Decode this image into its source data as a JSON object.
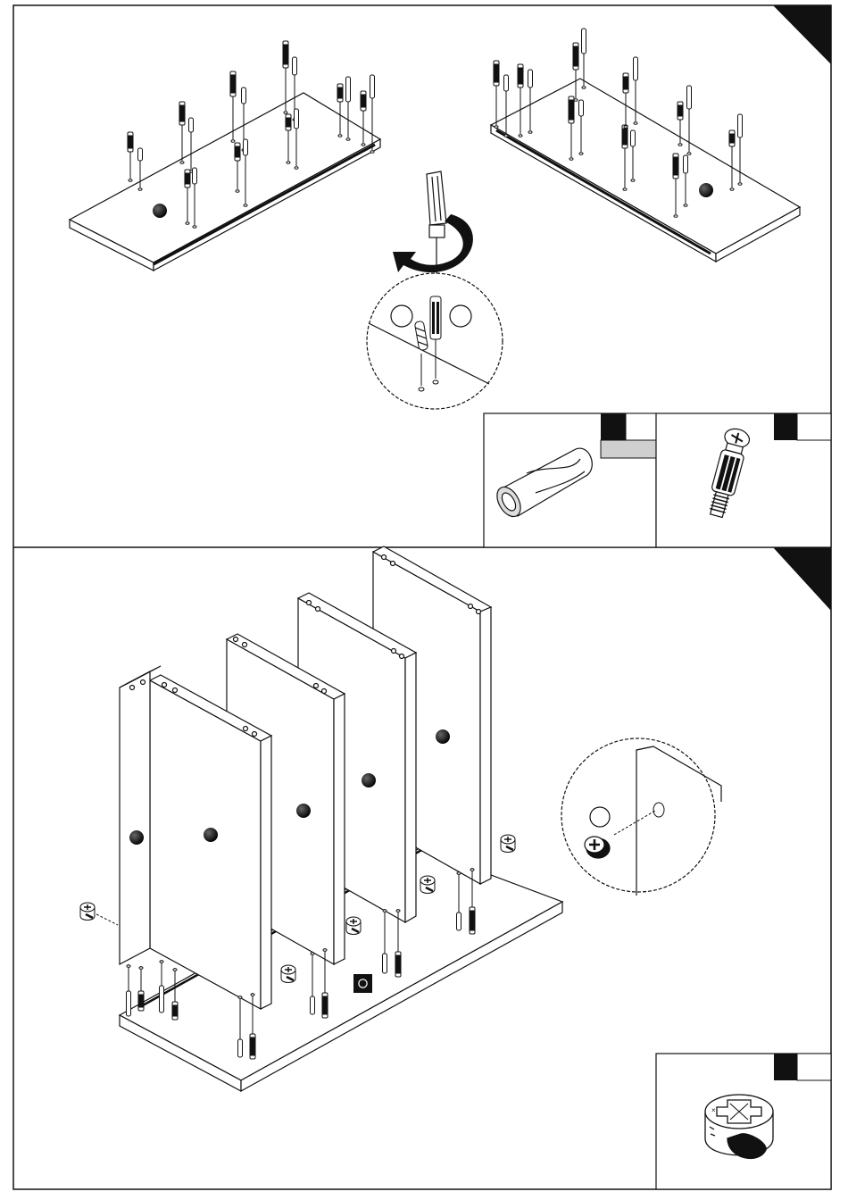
{
  "page": {
    "type": "assembly-instruction-sheet",
    "text_content": []
  },
  "steps": [
    {
      "step_label": "",
      "corner_marker": "black-triangle",
      "description": ""
    },
    {
      "step_label": "",
      "corner_marker": "black-triangle",
      "description": ""
    }
  ],
  "parts": [
    {
      "icon": "wood-dowel-icon",
      "quantity": "",
      "code": ""
    },
    {
      "icon": "cam-bolt-icon",
      "quantity": "",
      "code": ""
    },
    {
      "icon": "cam-lock-icon",
      "quantity": "",
      "code": ""
    }
  ],
  "colors": {
    "line": "#111111",
    "paper": "#ffffff",
    "swatch": "#cfcfcf",
    "fill_dark": "#1a1a1a"
  }
}
